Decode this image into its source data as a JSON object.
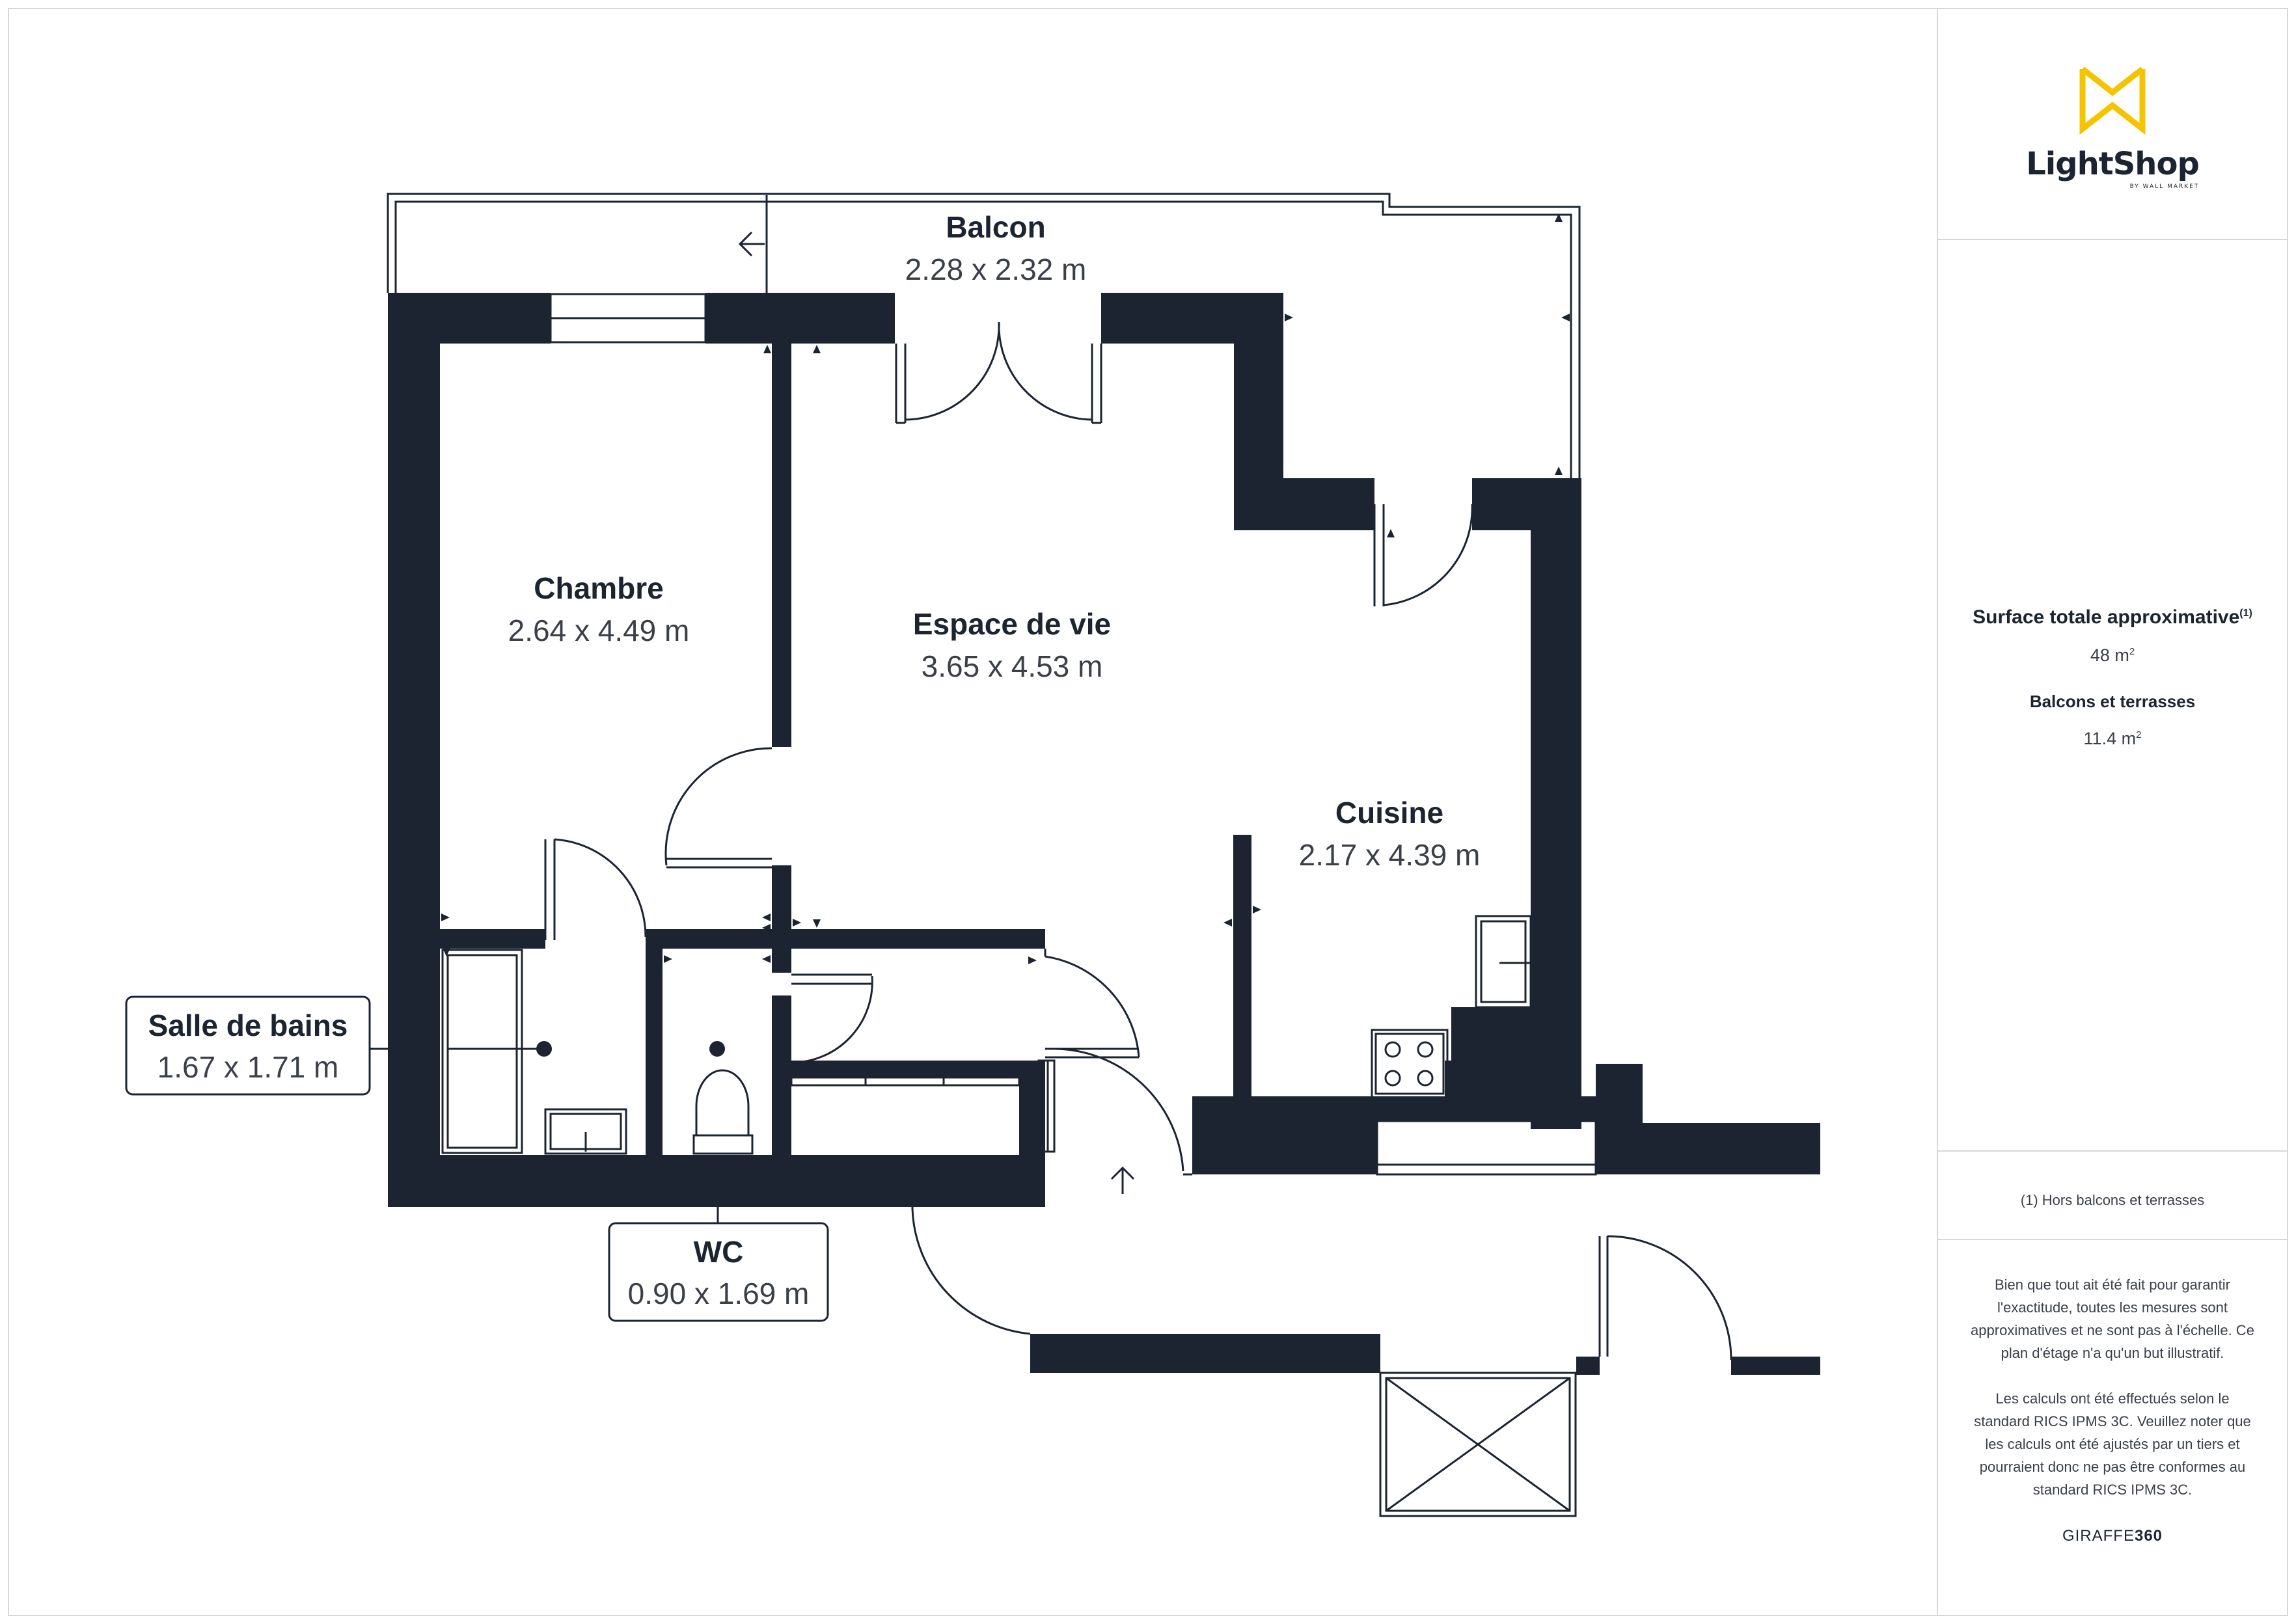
{
  "brand": {
    "name": "LightShop",
    "tagline": "BY WALL MARKET",
    "accent_color": "#f5c400",
    "wall_color": "#1b2430"
  },
  "rooms": {
    "balcon": {
      "name": "Balcon",
      "dims": "2.28 x 2.32 m"
    },
    "chambre": {
      "name": "Chambre",
      "dims": "2.64 x 4.49 m"
    },
    "espace": {
      "name": "Espace de vie",
      "dims": "3.65 x 4.53 m"
    },
    "cuisine": {
      "name": "Cuisine",
      "dims": "2.17 x 4.39 m"
    },
    "sdb": {
      "name": "Salle de bains",
      "dims": "1.67 x 1.71 m"
    },
    "wc": {
      "name": "WC",
      "dims": "0.90 x 1.69 m"
    }
  },
  "summary": {
    "total_label": "Surface totale approximative",
    "total_note_mark": "(1)",
    "total_value": "48 m",
    "unit_exp": "2",
    "balcony_label": "Balcons et terrasses",
    "balcony_value": "11.4 m"
  },
  "footnote": "(1) Hors balcons et terrasses",
  "disclaimer_1": "Bien que tout ait été fait pour garantir l'exactitude, toutes les mesures sont approximatives et ne sont pas à l'échelle. Ce plan d'étage n'a qu'un but illustratif.",
  "disclaimer_2": "Les calculs ont été effectués selon le standard RICS IPMS 3C. Veuillez noter que les calculs ont été ajustés par un tiers et pourraient donc ne pas être conformes au standard RICS IPMS 3C.",
  "credit": {
    "prefix": "GIRAFFE",
    "suffix": "360"
  }
}
